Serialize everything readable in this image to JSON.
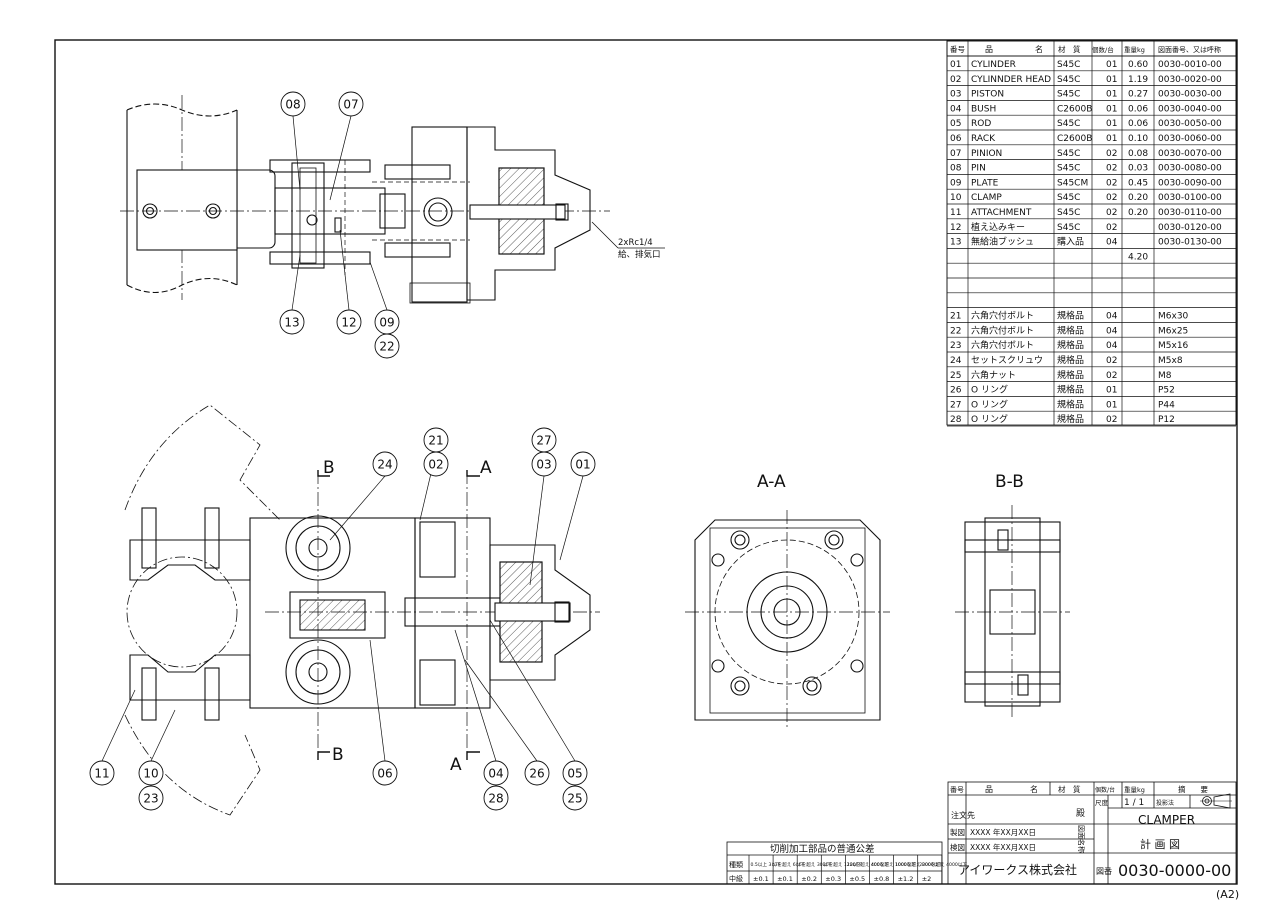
{
  "parts_header": {
    "no": "番号",
    "name1": "品",
    "name2": "名",
    "material": "材　質",
    "qty": "個数/台",
    "weight": "重量kg",
    "drawing": "図面番号、又は呼称"
  },
  "parts": [
    {
      "no": "01",
      "name": "CYLINDER",
      "material": "S45C",
      "qty": "01",
      "weight": "0.60",
      "drawing": "0030-0010-00"
    },
    {
      "no": "02",
      "name": "CYLINNDER HEAD",
      "material": "S45C",
      "qty": "01",
      "weight": "1.19",
      "drawing": "0030-0020-00"
    },
    {
      "no": "03",
      "name": "PISTON",
      "material": "S45C",
      "qty": "01",
      "weight": "0.27",
      "drawing": "0030-0030-00"
    },
    {
      "no": "04",
      "name": "BUSH",
      "material": "C2600B",
      "qty": "01",
      "weight": "0.06",
      "drawing": "0030-0040-00"
    },
    {
      "no": "05",
      "name": "ROD",
      "material": "S45C",
      "qty": "01",
      "weight": "0.06",
      "drawing": "0030-0050-00"
    },
    {
      "no": "06",
      "name": "RACK",
      "material": "C2600B",
      "qty": "01",
      "weight": "0.10",
      "drawing": "0030-0060-00"
    },
    {
      "no": "07",
      "name": "PINION",
      "material": "S45C",
      "qty": "02",
      "weight": "0.08",
      "drawing": "0030-0070-00"
    },
    {
      "no": "08",
      "name": "PIN",
      "material": "S45C",
      "qty": "02",
      "weight": "0.03",
      "drawing": "0030-0080-00"
    },
    {
      "no": "09",
      "name": "PLATE",
      "material": "S45CM",
      "qty": "02",
      "weight": "0.45",
      "drawing": "0030-0090-00"
    },
    {
      "no": "10",
      "name": "CLAMP",
      "material": "S45C",
      "qty": "02",
      "weight": "0.20",
      "drawing": "0030-0100-00"
    },
    {
      "no": "11",
      "name": "ATTACHMENT",
      "material": "S45C",
      "qty": "02",
      "weight": "0.20",
      "drawing": "0030-0110-00"
    },
    {
      "no": "12",
      "name": "植え込みキー",
      "material": "S45C",
      "qty": "02",
      "weight": "",
      "drawing": "0030-0120-00"
    },
    {
      "no": "13",
      "name": "無給油ブッシュ",
      "material": "購入品",
      "qty": "04",
      "weight": "",
      "drawing": "0030-0130-00"
    }
  ],
  "total_weight": "4.20",
  "std_parts": [
    {
      "no": "21",
      "name": "六角穴付ボルト",
      "material": "規格品",
      "qty": "04",
      "drawing": "M6x30"
    },
    {
      "no": "22",
      "name": "六角穴付ボルト",
      "material": "規格品",
      "qty": "04",
      "drawing": "M6x25"
    },
    {
      "no": "23",
      "name": "六角穴付ボルト",
      "material": "規格品",
      "qty": "04",
      "drawing": "M5x16"
    },
    {
      "no": "24",
      "name": "セットスクリュウ",
      "material": "規格品",
      "qty": "02",
      "drawing": "M5x8"
    },
    {
      "no": "25",
      "name": "六角ナット",
      "material": "規格品",
      "qty": "02",
      "drawing": "M8"
    },
    {
      "no": "26",
      "name": "O リング",
      "material": "規格品",
      "qty": "01",
      "drawing": "P52"
    },
    {
      "no": "27",
      "name": "O リング",
      "material": "規格品",
      "qty": "01",
      "drawing": "P44"
    },
    {
      "no": "28",
      "name": "O リング",
      "material": "規格品",
      "qty": "02",
      "drawing": "P12"
    }
  ],
  "section_labels": {
    "aa": "A-A",
    "bb": "B-B",
    "cut_a": "A",
    "cut_b": "B"
  },
  "port_note": {
    "line1": "2xRc1/4",
    "line2": "給、排気口"
  },
  "balloons": {
    "top": [
      "08",
      "07",
      "13",
      "12",
      "09",
      "22"
    ],
    "bottom": [
      "21",
      "02",
      "27",
      "03",
      "01",
      "24",
      "11",
      "10",
      "23",
      "06",
      "04",
      "28",
      "26",
      "05",
      "25"
    ]
  },
  "title_block": {
    "h_no": "番号",
    "h_name1": "品",
    "h_name2": "名",
    "h_material": "材　質",
    "h_qty": "個数/台",
    "h_weight": "重量kg",
    "h_note": "摘　　要",
    "customer_label": "注文先",
    "customer_suffix": "殿",
    "scale_label": "尺度",
    "scale": "1 / 1",
    "projection_label": "投影法",
    "drawing_name_label": "図面名称",
    "title": "CLAMPER",
    "subtitle": "計 画 図",
    "drawn_label": "製図",
    "drawn_date": "XXXX 年XX月XX日",
    "checked_label": "検図",
    "checked_date": "XXXX 年XX月XX日",
    "company": "アイワークス株式会社",
    "dwg_no_label": "図番",
    "dwg_no": "0030-0000-00"
  },
  "tolerance": {
    "title": "切削加工部品の普通公差",
    "row1_label": "種類",
    "ranges": [
      "0.5以上 3以下",
      "3を超え 6以下",
      "6を超え 30以下",
      "30を超え 120以下",
      "120を超え 400以下",
      "400を超え 1000以下",
      "1000を超え 2000以下",
      "2000を超え 4000以下"
    ],
    "row2_label": "中級",
    "values": [
      "±0.1",
      "±0.1",
      "±0.2",
      "±0.3",
      "±0.5",
      "±0.8",
      "±1.2",
      "±2"
    ]
  },
  "sheet_size": "(A2)"
}
